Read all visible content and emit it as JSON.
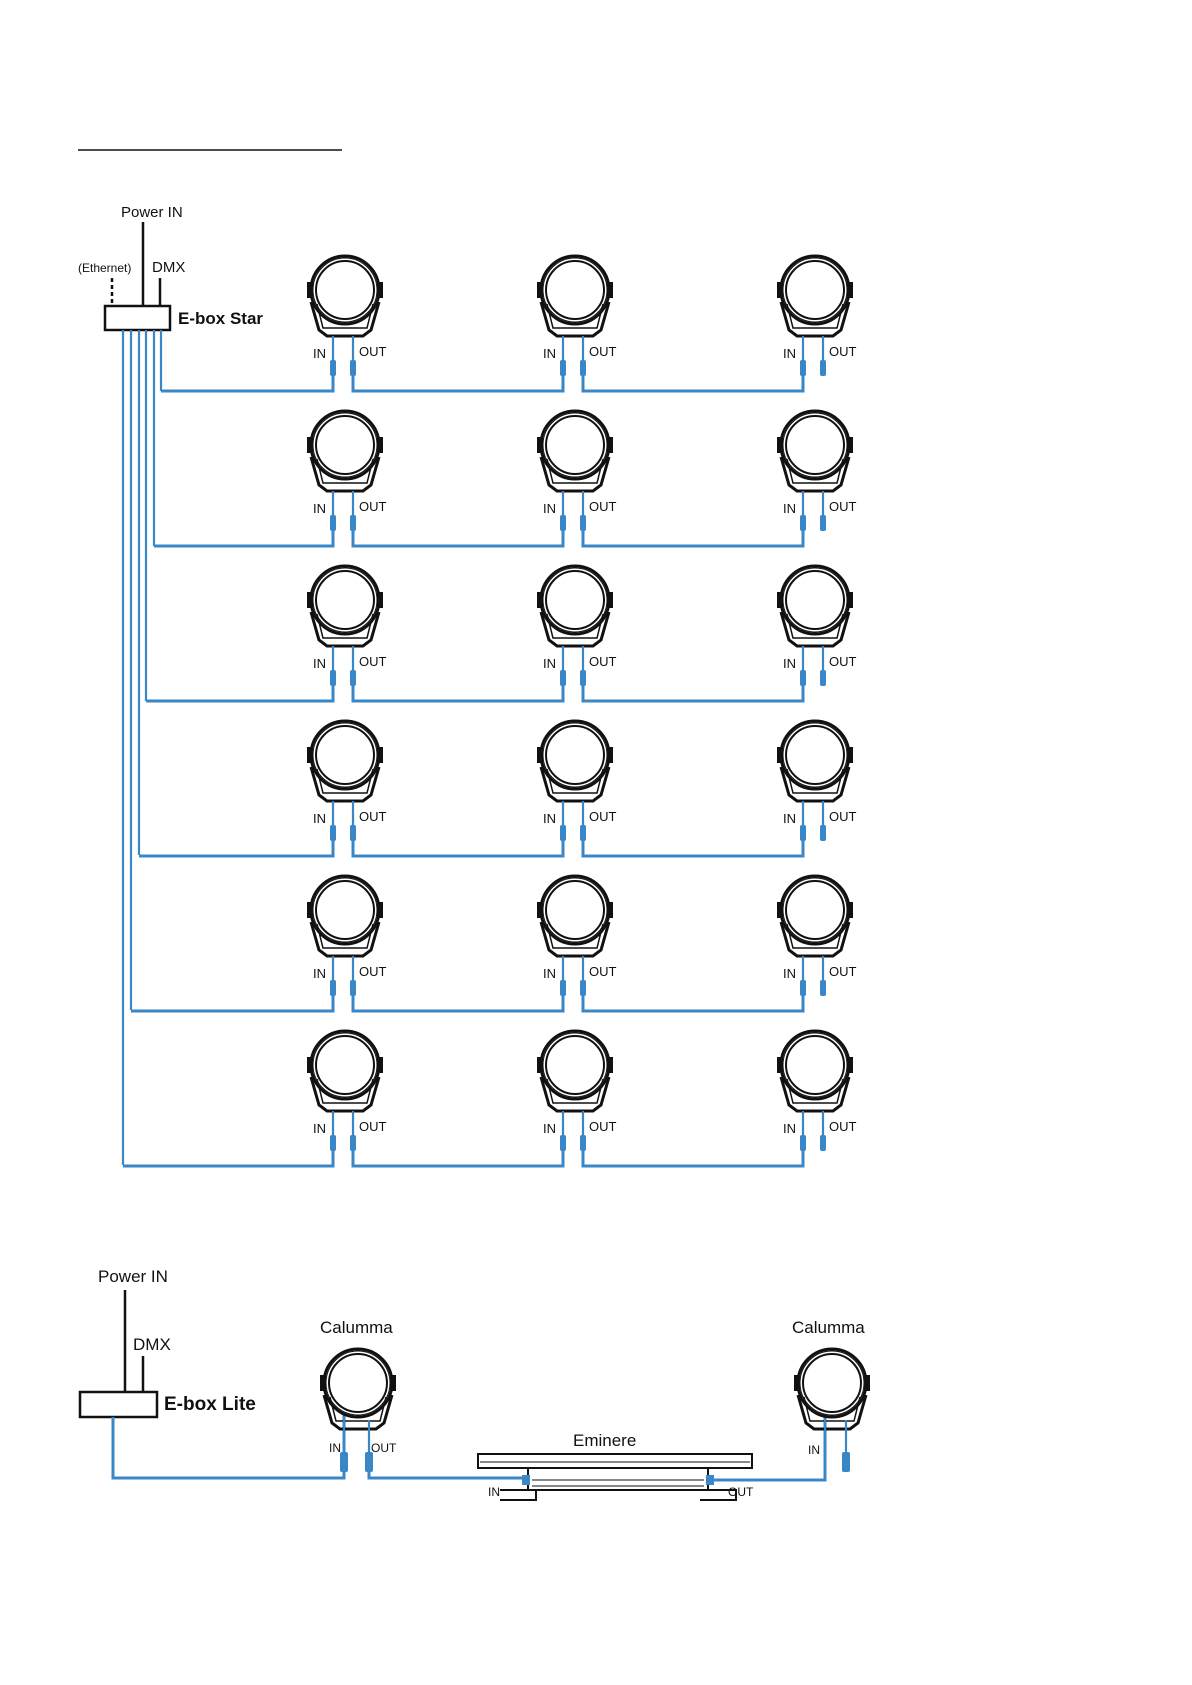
{
  "diagram": {
    "top": {
      "power_label": "Power IN",
      "ethernet_label": "(Ethernet)",
      "dmx_label": "DMX",
      "controller_label": "E-box Star",
      "fixture_in_label": "IN",
      "fixture_out_label": "OUT",
      "rows": 6,
      "fixtures_per_row": 3
    },
    "bottom": {
      "power_label": "Power IN",
      "dmx_label": "DMX",
      "controller_label": "E-box Lite",
      "fixture1_label": "Calumma",
      "fixture2_label": "Calumma",
      "bar_label": "Eminere",
      "in_label": "IN",
      "out_label": "OUT"
    },
    "colors": {
      "cable": "#3a87c8",
      "line": "#111111"
    },
    "icons": [
      "par-light-icon",
      "controller-box-icon",
      "led-bar-icon",
      "connector-plug-icon"
    ]
  }
}
